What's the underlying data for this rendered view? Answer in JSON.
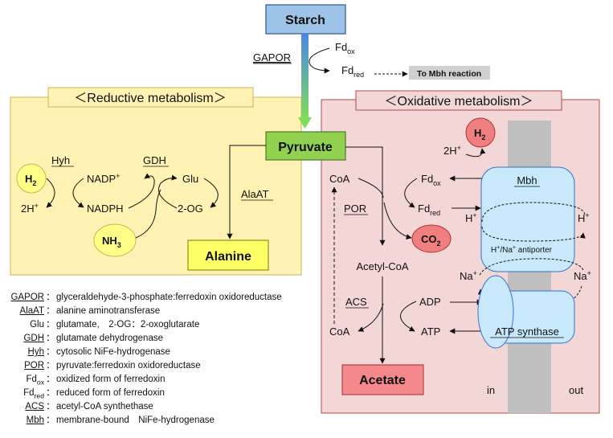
{
  "top": {
    "starch": "Starch",
    "gapor": "GAPOR",
    "fd_ox": "Fd",
    "fd_ox_sub": "ox",
    "fd_red": "Fd",
    "fd_red_sub": "red",
    "mbh_reaction": "To Mbh reaction"
  },
  "reductive": {
    "title": "＜Reductive metabolism＞",
    "h2": "H",
    "h2_sub": "2",
    "hyh": "Hyh",
    "two_h": "2H",
    "two_h_sup": "+",
    "nadp": "NADP",
    "nadp_sup": "+",
    "nadph": "NADPH",
    "gdh": "GDH",
    "glu": "Glu",
    "two_og": "2-OG",
    "nh3": "NH",
    "nh3_sub": "3",
    "alaat": "AlaAT",
    "alanine": "Alanine"
  },
  "pyruvate": "Pyruvate",
  "oxidative": {
    "title": "＜Oxidative metabolism＞",
    "coa_top": "CoA",
    "fd_ox": "Fd",
    "fd_ox_sub": "ox",
    "por": "POR",
    "fd_red": "Fd",
    "fd_red_sub": "red",
    "co2": "CO",
    "co2_sub": "2",
    "acetyl_coa": "Acetyl-CoA",
    "acs": "ACS",
    "adp": "ADP",
    "atp": "ATP",
    "coa_bottom": "CoA",
    "acetate": "Acetate",
    "h2": "H",
    "h2_sub": "2",
    "two_h": "2H",
    "two_h_sup": "+",
    "mbh": "Mbh",
    "h_in": "H",
    "h_in_sup": "+",
    "h_out": "H",
    "h_out_sup": "+",
    "antiporter": "H",
    "antiporter_sup": "+",
    "antiporter_rest": "/Na",
    "antiporter_sup2": "+",
    "antiporter_end": " antiporter",
    "na_in": "Na",
    "na_in_sup": "+",
    "na_out": "Na",
    "na_out_sup": "+",
    "atp_synthase": "ATP synthase",
    "in_label": "in",
    "out_label": "out"
  },
  "legend": [
    {
      "term": "GAPOR",
      "underline": true,
      "desc": "glyceraldehyde-3-phosphate:ferredoxin oxidoreductase"
    },
    {
      "term": "AlaAT",
      "underline": true,
      "desc": "alanine aminotransferase"
    },
    {
      "term": "Glu",
      "underline": false,
      "desc": "glutamate,　2-OG：2-oxoglutarate"
    },
    {
      "term": "GDH",
      "underline": true,
      "desc": "glutamate dehydrogenase"
    },
    {
      "term": "Hyh",
      "underline": true,
      "desc": "cytosolic NiFe-hydrogenase"
    },
    {
      "term": "POR",
      "underline": true,
      "desc": "pyruvate:ferredoxin oxidoreductase"
    },
    {
      "term": "Fd",
      "sub": "ox",
      "underline": false,
      "desc": "oxidized form of ferredoxin"
    },
    {
      "term": "Fd",
      "sub": "red",
      "underline": false,
      "desc": "reduced form of ferredoxin"
    },
    {
      "term": "ACS",
      "underline": true,
      "desc": "acetyl-CoA synthethase"
    },
    {
      "term": "Mbh",
      "underline": true,
      "desc": "membrane-bound　NiFe-hydrogenase"
    }
  ],
  "colors": {
    "starch_fill": "#9dc3e6",
    "pyruvate_fill": "#92d050",
    "alanine_fill": "#ffff66",
    "acetate_fill": "#f4888a",
    "reductive_bg": "#fff2b3",
    "oxidative_bg": "#f3d7d7",
    "h2_yellow": "#ffff88",
    "co2_red": "#f08080",
    "mbh_fill": "#c7e9fb",
    "membrane": "#bfbfbf"
  }
}
